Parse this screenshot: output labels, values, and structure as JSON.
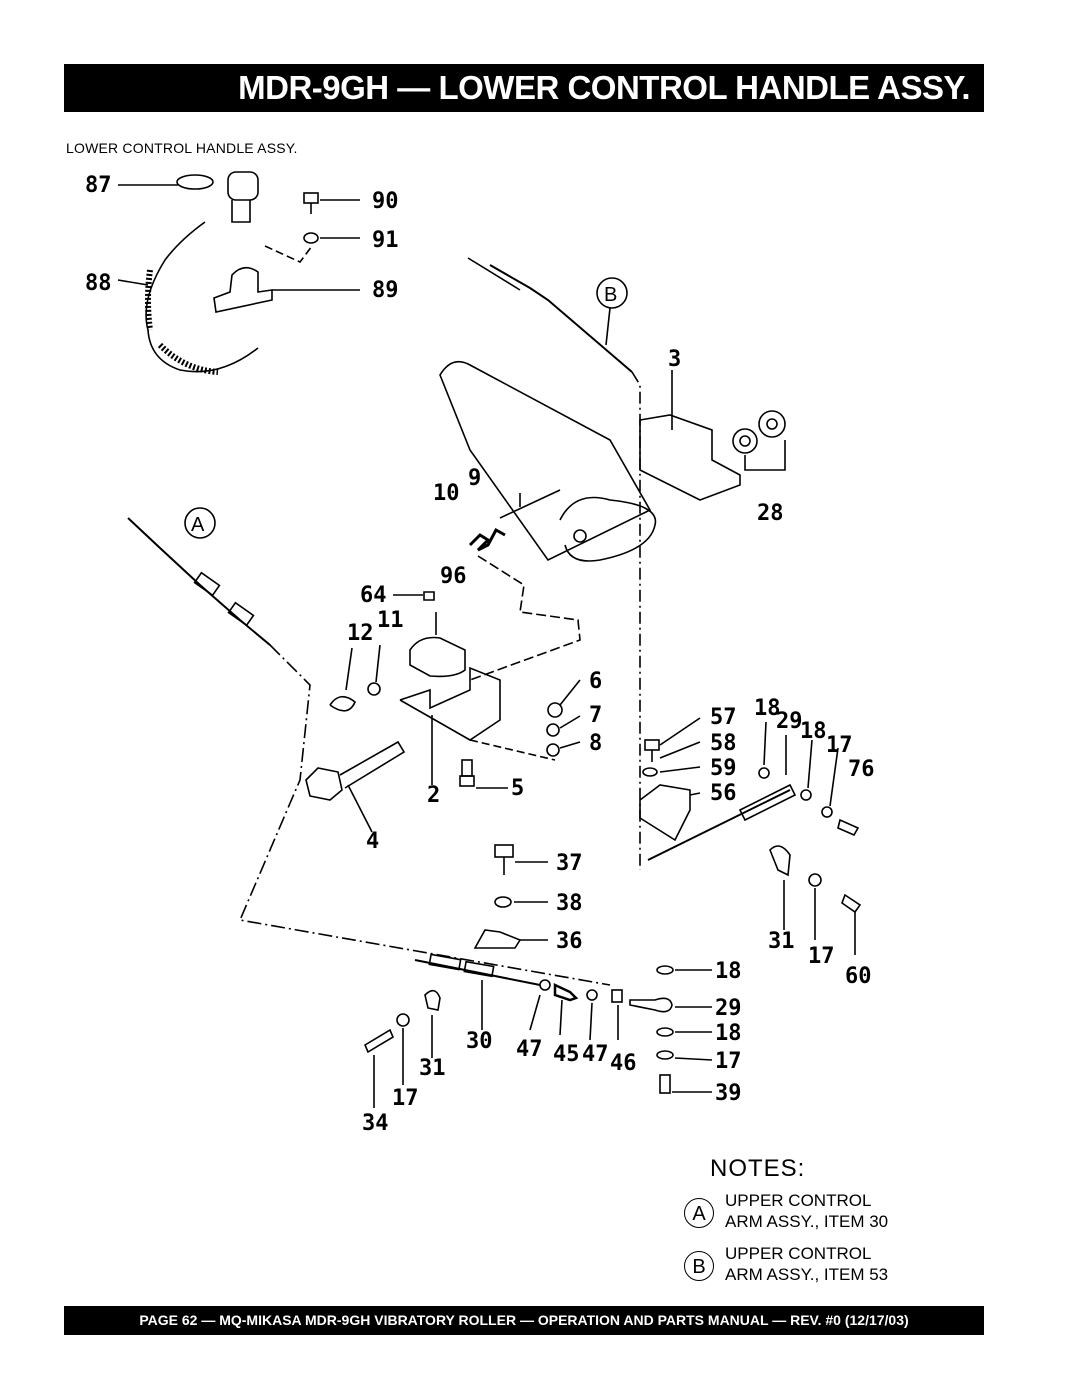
{
  "header": {
    "title": "MDR-9GH — LOWER CONTROL HANDLE ASSY."
  },
  "section": {
    "subtitle": "LOWER CONTROL HANDLE  ASSY."
  },
  "parts": {
    "p87": "87",
    "p90": "90",
    "p91": "91",
    "p88": "88",
    "p89": "89",
    "pB": "B",
    "p3": "3",
    "p28": "28",
    "p10": "10",
    "p9": "9",
    "pA": "A",
    "p64": "64",
    "p96": "96",
    "p12": "12",
    "p11": "11",
    "p6": "6",
    "p7": "7",
    "p8": "8",
    "p2": "2",
    "p5": "5",
    "p4": "4",
    "p57": "57",
    "p58": "58",
    "p59": "59",
    "p56": "56",
    "p18a": "18",
    "p29a": "29",
    "p18b": "18",
    "p17a": "17",
    "p76": "76",
    "p37": "37",
    "p38": "38",
    "p36": "36",
    "p31a": "31",
    "p17b": "17",
    "p60": "60",
    "p18c": "18",
    "p29b": "29",
    "p18d": "18",
    "p17c": "17",
    "p39": "39",
    "p30": "30",
    "p47a": "47",
    "p45": "45",
    "p47b": "47",
    "p46": "46",
    "p31b": "31",
    "p17d": "17",
    "p34": "34"
  },
  "notes": {
    "heading": "NOTES:",
    "items": [
      {
        "marker": "A",
        "line1": "UPPER CONTROL",
        "line2": "ARM ASSY., ITEM 30"
      },
      {
        "marker": "B",
        "line1": "UPPER CONTROL",
        "line2": "ARM ASSY., ITEM 53"
      }
    ]
  },
  "footer": {
    "text": "PAGE 62 — MQ-MIKASA MDR-9GH VIBRATORY ROLLER — OPERATION AND PARTS MANUAL — REV. #0 (12/17/03)"
  }
}
